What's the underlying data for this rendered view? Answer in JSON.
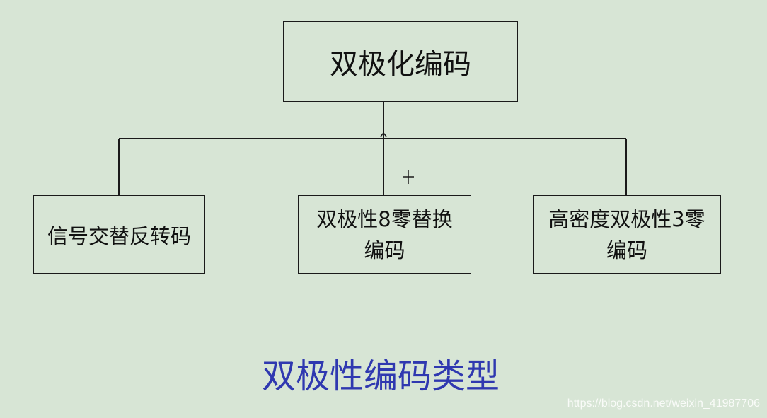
{
  "diagram": {
    "root": {
      "label": "双极化编码"
    },
    "children": [
      {
        "label": "信号交替反转码"
      },
      {
        "label": "双极性8零替换编码"
      },
      {
        "label": "高密度双极性3零编码"
      }
    ]
  },
  "caption": "双极性编码类型",
  "watermark": "https://blog.csdn.net/weixin_41987706",
  "colors": {
    "background": "#d7e5d5",
    "line": "#1a1a1a",
    "caption": "#2f38b0"
  }
}
